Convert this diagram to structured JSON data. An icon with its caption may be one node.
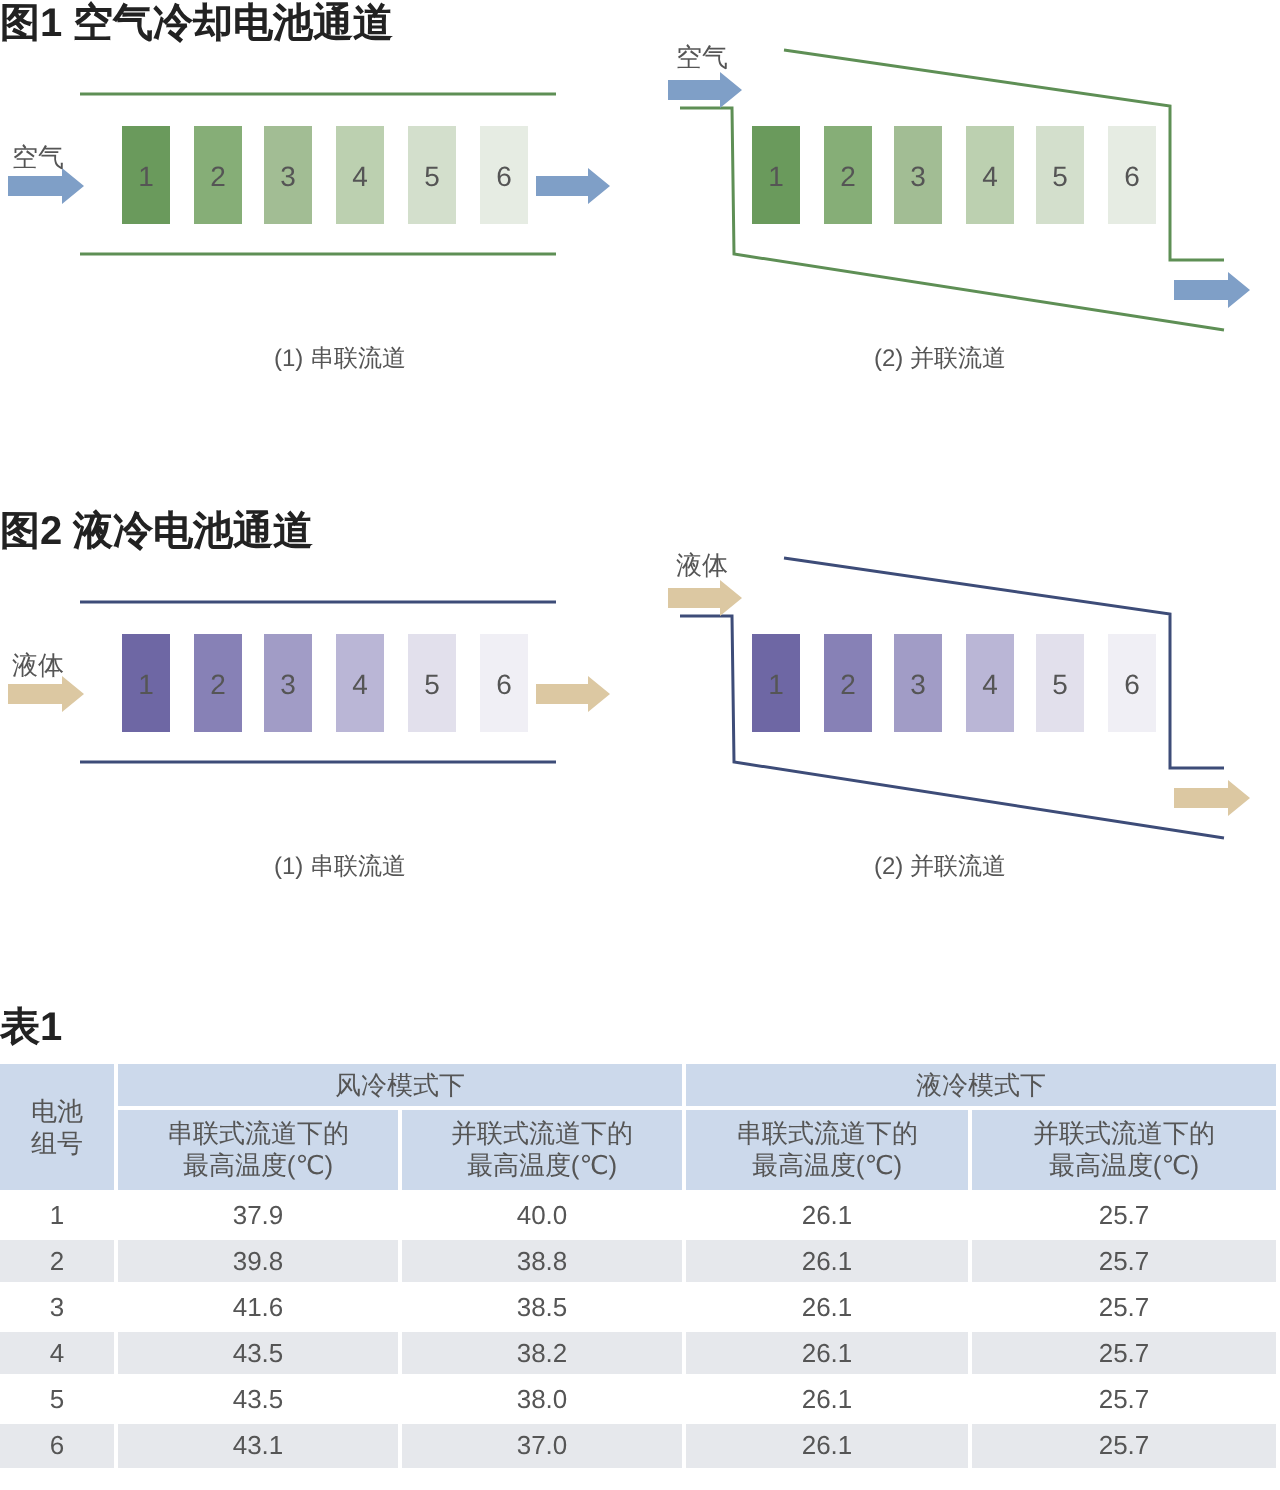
{
  "diagram": {
    "nodes": [
      {
        "text": [
          "1"
        ]
      },
      {
        "text": [
          "2"
        ]
      },
      {
        "text": [
          "3"
        ]
      },
      {
        "text": [
          "4"
        ]
      },
      {
        "text": [
          "5"
        ]
      },
      {
        "text": [
          "6"
        ]
      },
      {
        "text": [
          "1"
        ]
      },
      {
        "text": [
          "2"
        ]
      },
      {
        "text": [
          "3"
        ]
      },
      {
        "text": [
          "4"
        ]
      },
      {
        "text": [
          "5"
        ]
      },
      {
        "text": [
          "6"
        ]
      },
      {
        "text": [
          "1"
        ]
      },
      {
        "text": [
          "2"
        ]
      },
      {
        "text": [
          "3"
        ]
      },
      {
        "text": [
          "4"
        ]
      },
      {
        "text": [
          "5"
        ]
      },
      {
        "text": [
          "6"
        ]
      },
      {
        "text": [
          "1"
        ]
      },
      {
        "text": [
          "2"
        ]
      },
      {
        "text": [
          "3"
        ]
      },
      {
        "text": [
          "4"
        ]
      },
      {
        "text": [
          "5"
        ]
      },
      {
        "text": [
          "6"
        ]
      }
    ],
    "edges": [],
    "labels": [
      "图1  空气冷却电池通道",
      "空气",
      "空气",
      "(1) 串联流道",
      "(2) 并联流道",
      "图2 液冷电池通道",
      "液体",
      "液体",
      "(1) 串联流道",
      "(2) 并联流道",
      "表1",
      "电池组号",
      "风冷模式下",
      "液冷模式下",
      "串联式流道下的最高温度(℃)",
      "并联式流道下的最高温度(℃)",
      "串联式流道下的最高温度(℃)",
      "并联式流道下的最高温度(℃)",
      "1",
      "37.9",
      "40.0",
      "26.1",
      "25.7",
      "2",
      "39.8",
      "38.8",
      "26.1",
      "25.7",
      "3",
      "41.6",
      "38.5",
      "26.1",
      "25.7",
      "4",
      "43.5",
      "38.2",
      "26.1",
      "25.7",
      "5",
      "43.5",
      "38.0",
      "26.1",
      "25.7",
      "6",
      "43.1",
      "37.0",
      "26.1",
      "25.7"
    ]
  }
}
